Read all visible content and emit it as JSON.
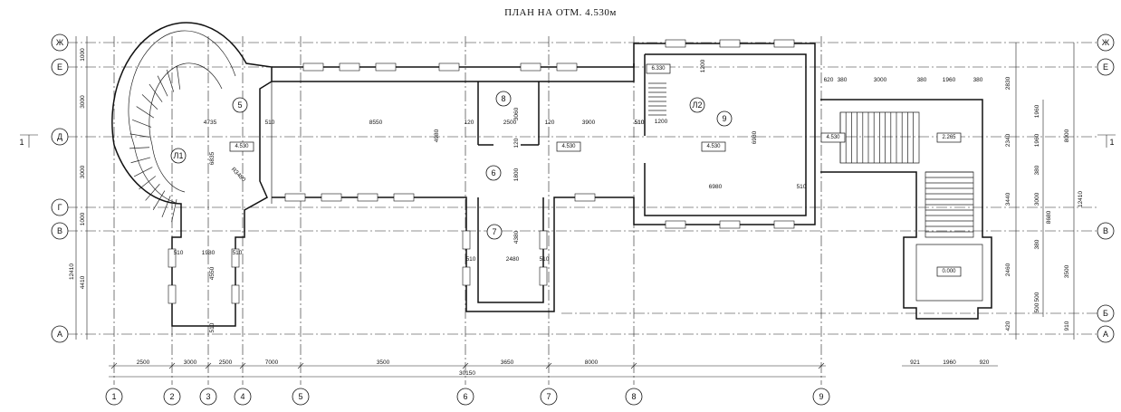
{
  "title": "ПЛАН НА ОТМ. 4.530м",
  "axes_vertical": [
    "1",
    "2",
    "3",
    "4",
    "5",
    "6",
    "7",
    "8",
    "9"
  ],
  "axes_horizontal": [
    "Ж",
    "Е",
    "Д",
    "Г",
    "В",
    "А",
    "Б"
  ],
  "rooms": [
    "5",
    "6",
    "7",
    "8",
    "9",
    "Л1",
    "Л2"
  ],
  "levels": [
    "4.530",
    "4.530",
    "4.530",
    "4.530",
    "6.330",
    "2.265",
    "0.000"
  ],
  "section_mark": "1",
  "dims": {
    "bottom_row": [
      "2500",
      "3000",
      "2500",
      "7000",
      "3500",
      "3650",
      "8000"
    ],
    "bottom_total": "30150",
    "right_bottom": [
      "921",
      "1960",
      "920"
    ],
    "left": [
      "1000",
      "3000",
      "3000",
      "1000",
      "4410"
    ],
    "left_total": "12410",
    "inner": [
      "4735",
      "8550",
      "2500",
      "3900",
      "510",
      "510",
      "120",
      "120",
      "1980",
      "510",
      "510",
      "4550",
      "510",
      "2480",
      "510",
      "510",
      "4380",
      "6835",
      "4980",
      "1800",
      "3060",
      "120",
      "R3480",
      "6980",
      "6980",
      "510",
      "1200",
      "1200",
      "510",
      "620",
      "380",
      "3000",
      "380",
      "1960",
      "380"
    ],
    "right": [
      "2830",
      "2340",
      "3440",
      "2460",
      "420",
      "910",
      "8000",
      "8680",
      "3500",
      "12410",
      "1960",
      "3000",
      "1960",
      "380",
      "380",
      "500",
      "500"
    ]
  }
}
